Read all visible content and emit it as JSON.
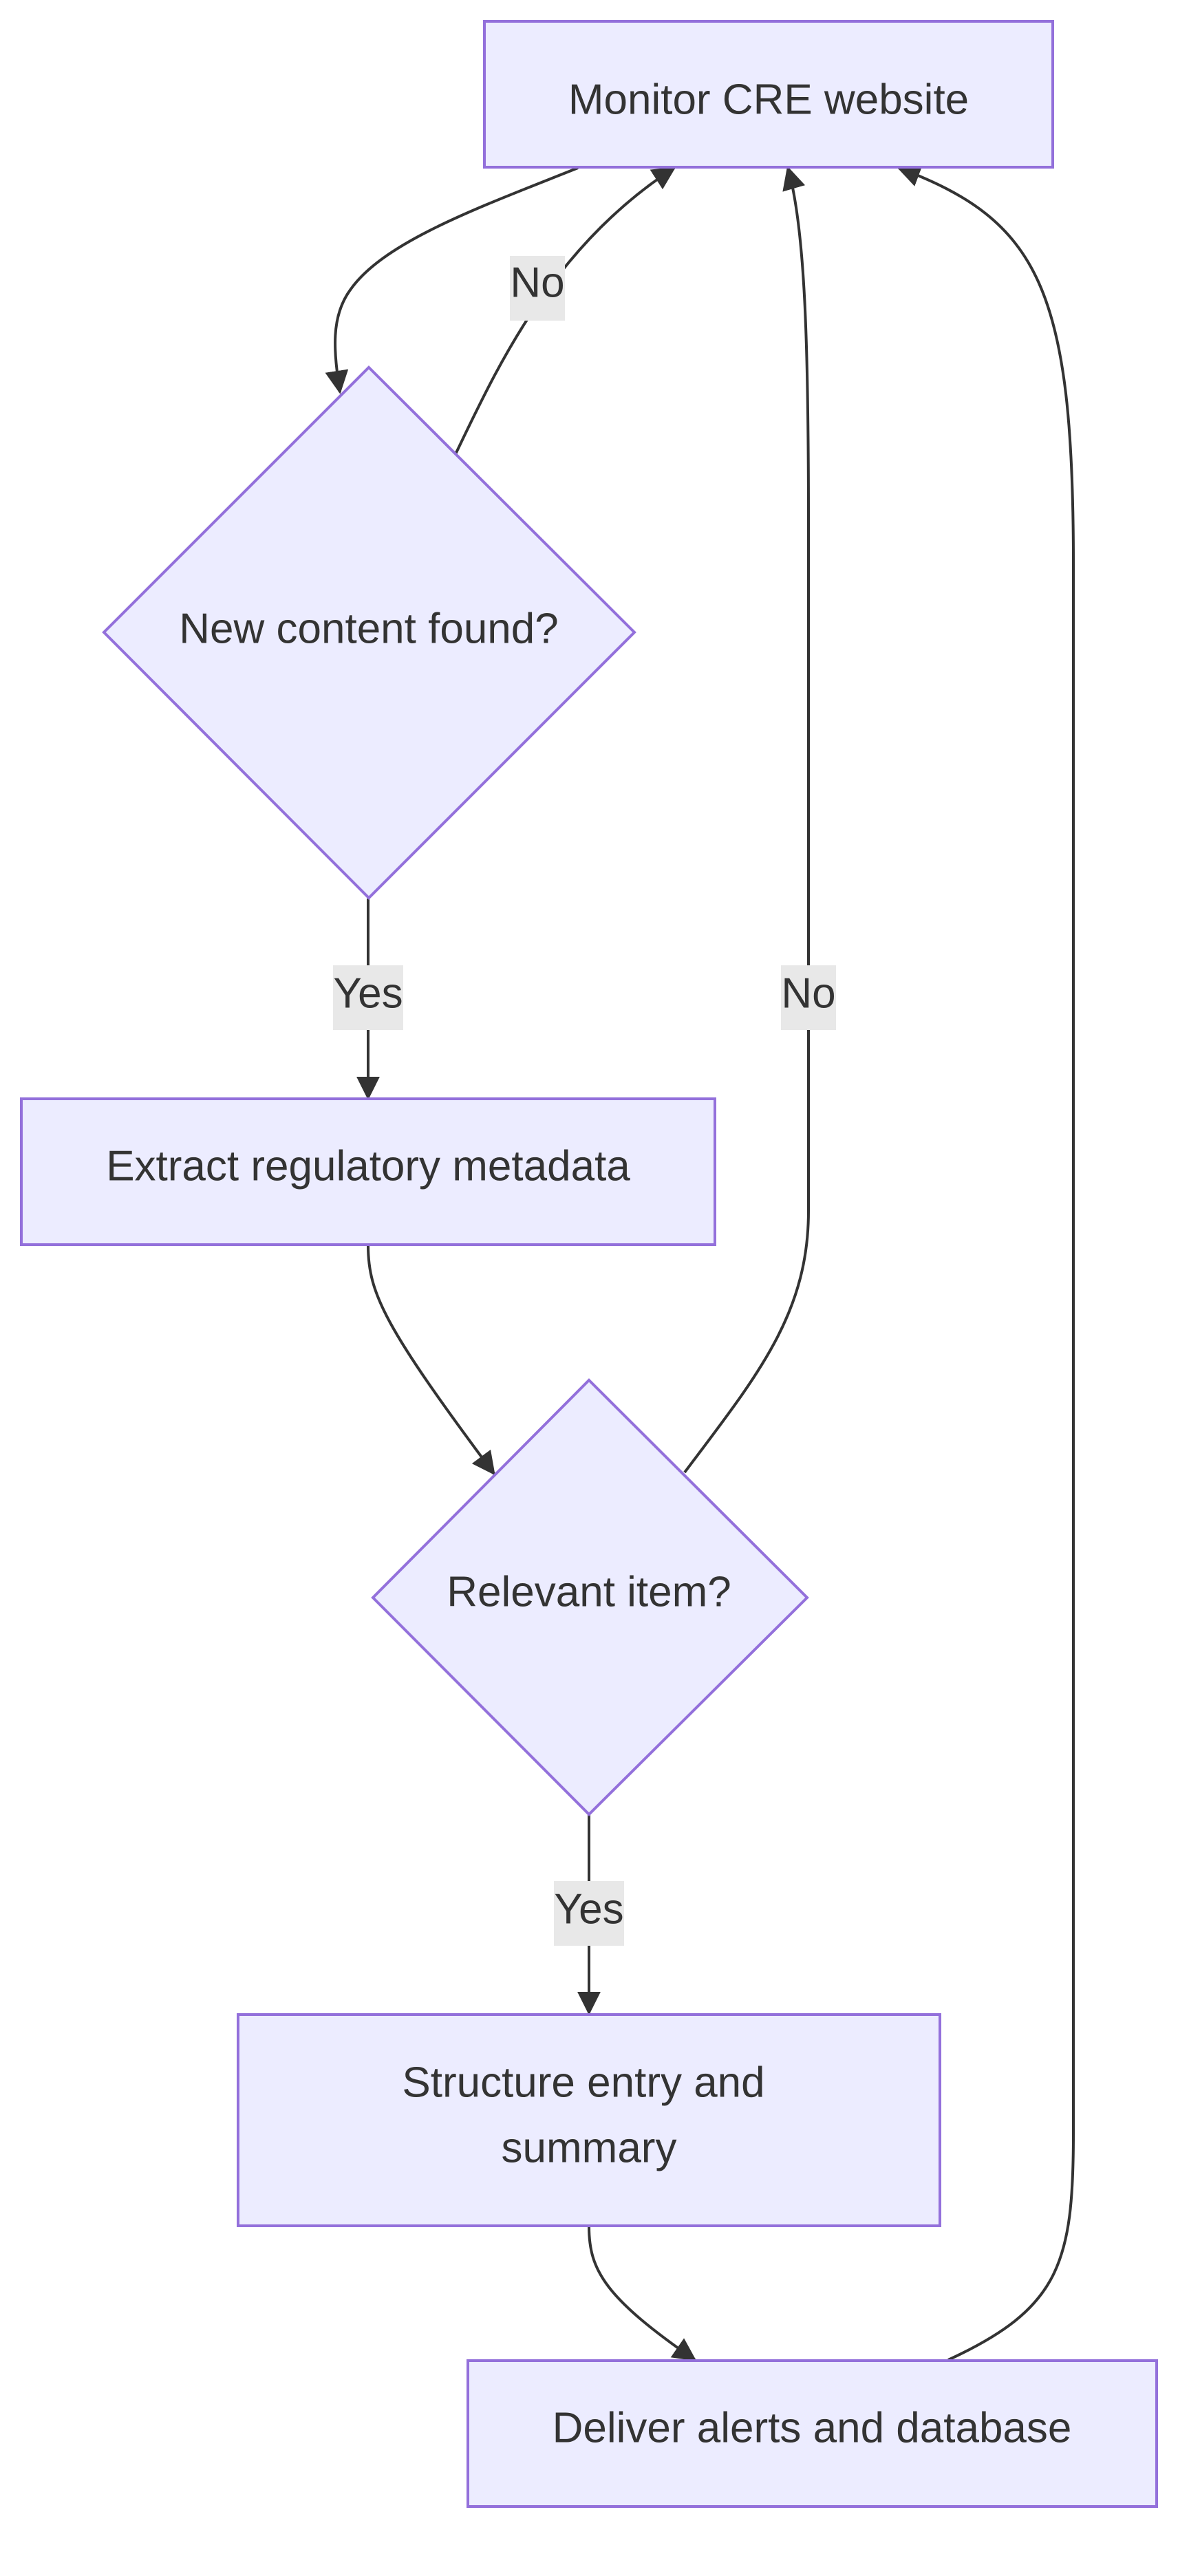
{
  "diagram": {
    "nodes": {
      "monitor": {
        "label": "Monitor CRE website"
      },
      "new_content": {
        "label": "New content found?"
      },
      "extract": {
        "label": "Extract regulatory metadata"
      },
      "relevant": {
        "label": "Relevant item?"
      },
      "structure": {
        "label_line1": "Structure entry and",
        "label_line2": "summary"
      },
      "deliver": {
        "label": "Deliver alerts and database"
      }
    },
    "edges": {
      "new_content_no": "No",
      "new_content_yes": "Yes",
      "relevant_no": "No",
      "relevant_yes": "Yes"
    },
    "colors": {
      "node_fill": "#ECECFF",
      "node_stroke": "#9370DB",
      "edge": "#333333",
      "edge_label_bg": "#E8E8E8",
      "text": "#333333"
    }
  }
}
